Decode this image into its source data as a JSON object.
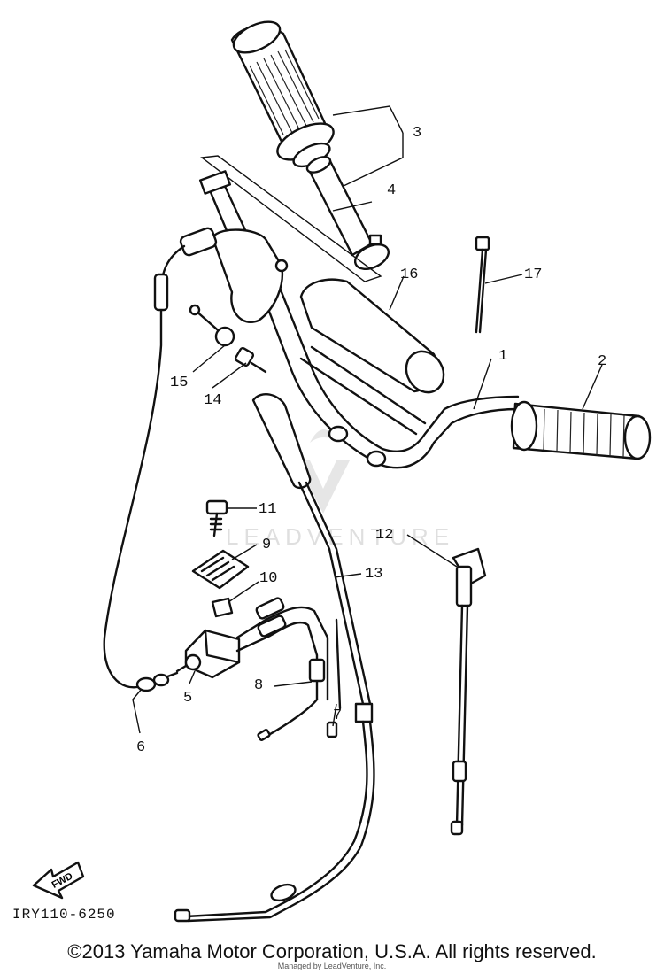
{
  "callouts": {
    "c1": "1",
    "c2": "2",
    "c3": "3",
    "c4": "4",
    "c5": "5",
    "c6": "6",
    "c7": "7",
    "c8": "8",
    "c9": "9",
    "c10": "10",
    "c11": "11",
    "c12": "12",
    "c13": "13",
    "c14": "14",
    "c15": "15",
    "c16": "16",
    "c17": "17"
  },
  "fwd_label": "FWD",
  "reference_code": "IRY110-6250",
  "watermark_text": "LEADVENTURE",
  "copyright": "©2013 Yamaha Motor Corporation, U.S.A. All rights reserved.",
  "credit": "Managed by LeadVenture, Inc.",
  "colors": {
    "line": "#111111",
    "watermark": "#dcdcdc"
  }
}
